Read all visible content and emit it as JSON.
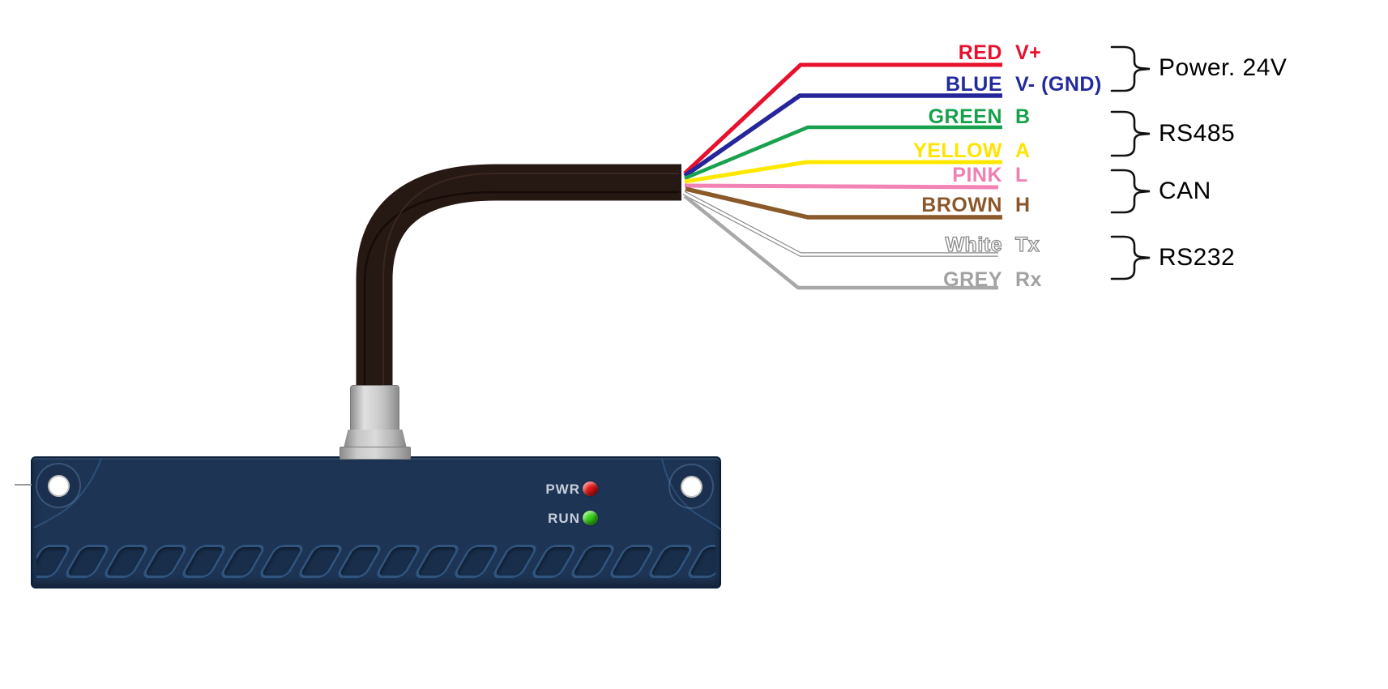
{
  "diagram_title": "sensor-cable-pinout",
  "wires": [
    {
      "name": "RED",
      "code": "V+",
      "color": "#e8112d",
      "label_color": "#e8112d"
    },
    {
      "name": "BLUE",
      "code": "V- (GND)",
      "color": "#26269c",
      "label_color": "#232a9c"
    },
    {
      "name": "GREEN",
      "code": "B",
      "color": "#19a24e",
      "label_color": "#16a04a"
    },
    {
      "name": "YELLOW",
      "code": "A",
      "color": "#ffe800",
      "label_color": "#ffe400"
    },
    {
      "name": "PINK",
      "code": "L",
      "color": "#f283b5",
      "label_color": "#f07fb2"
    },
    {
      "name": "BROWN",
      "code": "H",
      "color": "#8a5a2a",
      "label_color": "#8a562a"
    },
    {
      "name": "White",
      "code": "Tx",
      "color": "#ffffff",
      "label_color": "#ffffff",
      "outline": "#8a8a8a"
    },
    {
      "name": "GREY",
      "code": "Rx",
      "color": "#a8a8a8",
      "label_color": "#a2a2a2"
    }
  ],
  "groups": [
    {
      "label": "Power. 24V"
    },
    {
      "label": "RS485"
    },
    {
      "label": "CAN"
    },
    {
      "label": "RS232"
    }
  ],
  "device": {
    "body_color": "#1d3454",
    "leds": [
      {
        "label": "PWR",
        "color": "#e31515"
      },
      {
        "label": "RUN",
        "color": "#35d315"
      }
    ]
  },
  "cable": {
    "color": "#261813",
    "gland_color": "#c6c6c6"
  }
}
